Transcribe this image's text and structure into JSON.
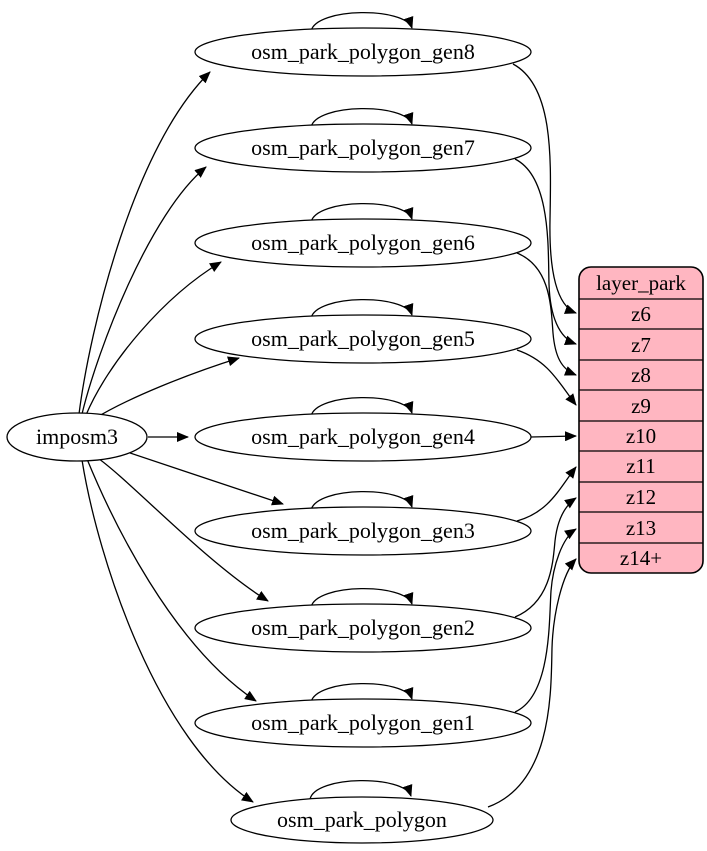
{
  "diagram": {
    "kind": "graphviz-dependency-graph",
    "background": "#ffffff",
    "source_node": {
      "label": "imposm3"
    },
    "table_nodes": [
      "osm_park_polygon_gen8",
      "osm_park_polygon_gen7",
      "osm_park_polygon_gen6",
      "osm_park_polygon_gen5",
      "osm_park_polygon_gen4",
      "osm_park_polygon_gen3",
      "osm_park_polygon_gen2",
      "osm_park_polygon_gen1",
      "osm_park_polygon"
    ],
    "layer_node": {
      "title": "layer_park",
      "rows": [
        "z6",
        "z7",
        "z8",
        "z9",
        "z10",
        "z11",
        "z12",
        "z13",
        "z14+"
      ]
    },
    "edges": {
      "from_source": [
        {
          "from": "imposm3",
          "to": "osm_park_polygon_gen8"
        },
        {
          "from": "imposm3",
          "to": "osm_park_polygon_gen7"
        },
        {
          "from": "imposm3",
          "to": "osm_park_polygon_gen6"
        },
        {
          "from": "imposm3",
          "to": "osm_park_polygon_gen5"
        },
        {
          "from": "imposm3",
          "to": "osm_park_polygon_gen4"
        },
        {
          "from": "imposm3",
          "to": "osm_park_polygon_gen3"
        },
        {
          "from": "imposm3",
          "to": "osm_park_polygon_gen2"
        },
        {
          "from": "imposm3",
          "to": "osm_park_polygon_gen1"
        },
        {
          "from": "imposm3",
          "to": "osm_park_polygon"
        }
      ],
      "self_loops": [
        "osm_park_polygon_gen8",
        "osm_park_polygon_gen7",
        "osm_park_polygon_gen6",
        "osm_park_polygon_gen5",
        "osm_park_polygon_gen4",
        "osm_park_polygon_gen3",
        "osm_park_polygon_gen2",
        "osm_park_polygon_gen1",
        "osm_park_polygon"
      ],
      "to_layer_rows": [
        {
          "from": "osm_park_polygon_gen8",
          "to": "z6"
        },
        {
          "from": "osm_park_polygon_gen7",
          "to": "z7"
        },
        {
          "from": "osm_park_polygon_gen6",
          "to": "z8"
        },
        {
          "from": "osm_park_polygon_gen5",
          "to": "z9"
        },
        {
          "from": "osm_park_polygon_gen4",
          "to": "z10"
        },
        {
          "from": "osm_park_polygon_gen3",
          "to": "z11"
        },
        {
          "from": "osm_park_polygon_gen2",
          "to": "z12"
        },
        {
          "from": "osm_park_polygon_gen1",
          "to": "z13"
        },
        {
          "from": "osm_park_polygon",
          "to": "z14+"
        }
      ]
    },
    "colors": {
      "layer_fill": "#FFB6C1",
      "node_fill": "#FFFFFF",
      "stroke": "#000000"
    }
  }
}
